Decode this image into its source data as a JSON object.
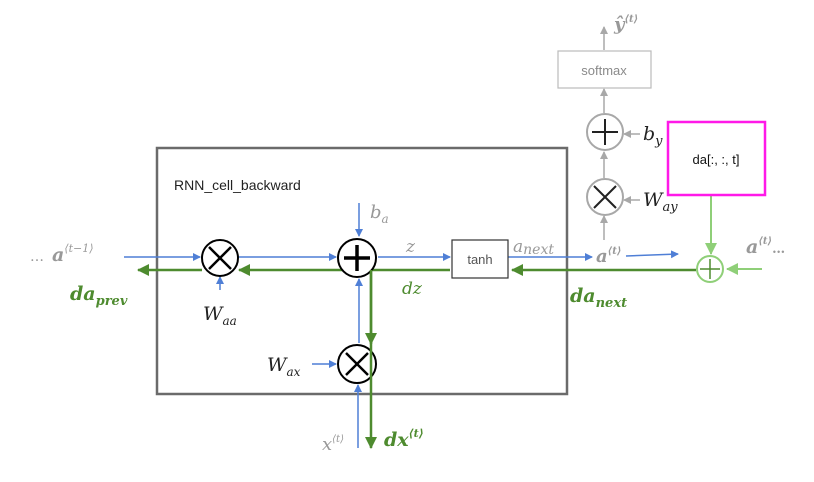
{
  "colors": {
    "forward_blue": "#4f7fd6",
    "backward_green": "#4e8b2f",
    "light_green": "#8fcf78",
    "gray": "#9a9a9a",
    "box_gray": "#6b6b6b",
    "magenta": "#ff19e8",
    "black": "#000000"
  },
  "cell": {
    "title": "RNN_cell_backward"
  },
  "labels": {
    "a_prev_dots": "…",
    "a_prev": "a",
    "a_prev_sup": "⟨t−1⟩",
    "da_prev": "da",
    "da_prev_sub": "prev",
    "w_aa": "W",
    "w_aa_sub": "aa",
    "b_a": "b",
    "b_a_sub": "a",
    "z": "z",
    "dz": "dz",
    "tanh": "tanh",
    "a_next": "a",
    "a_next_sub": "next",
    "da_next": "da",
    "da_next_sub": "next",
    "w_ax": "W",
    "w_ax_sub": "ax",
    "x_t": "x",
    "x_t_sup": "⟨t⟩",
    "dx_t": "dx",
    "dx_t_sup": "⟨t⟩",
    "a_t": "a",
    "a_t_sup": "⟨t⟩",
    "a_t_right": "a",
    "a_t_right_sup": "⟨t⟩",
    "a_t_right_dots": "…",
    "softmax": "softmax",
    "y_hat": "ŷ",
    "y_hat_sup": "⟨t⟩",
    "b_y": "b",
    "b_y_sub": "y",
    "w_ay": "W",
    "w_ay_sub": "ay",
    "da_slice": "da[:, :, t]"
  }
}
